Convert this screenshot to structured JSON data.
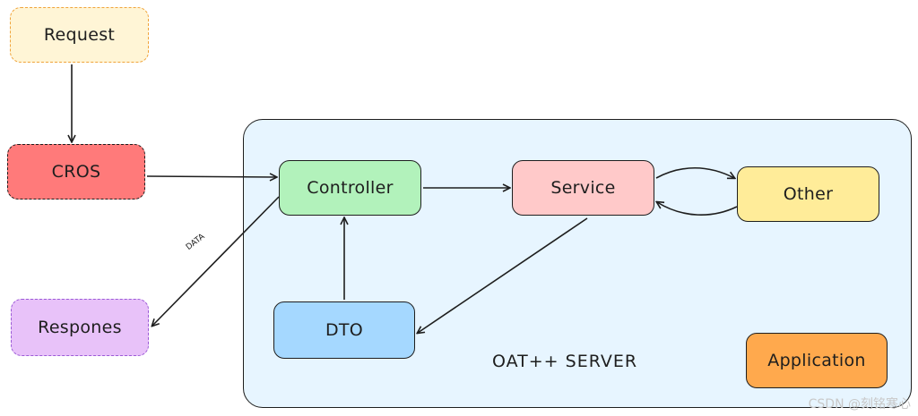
{
  "nodes": {
    "request": "Request",
    "cros": "CROS",
    "respones": "Respones",
    "controller": "Controller",
    "service": "Service",
    "other": "Other",
    "dto": "DTO",
    "application": "Application"
  },
  "container_label": "OAT++ SERVER",
  "edge_labels": {
    "data": "DATA"
  },
  "watermark": "CSDN @刻铭寒心",
  "colors": {
    "request_fill": "#fff5d6",
    "request_border": "#f0a33a",
    "cros_fill": "#ff7a7a",
    "respones_fill": "#e8c2f9",
    "respones_border": "#9b5bd6",
    "controller_fill": "#b2f2bb",
    "service_fill": "#ffc9c9",
    "other_fill": "#ffec99",
    "dto_fill": "#a5d8ff",
    "application_fill": "#ffa94d",
    "server_fill": "#e7f5ff"
  }
}
